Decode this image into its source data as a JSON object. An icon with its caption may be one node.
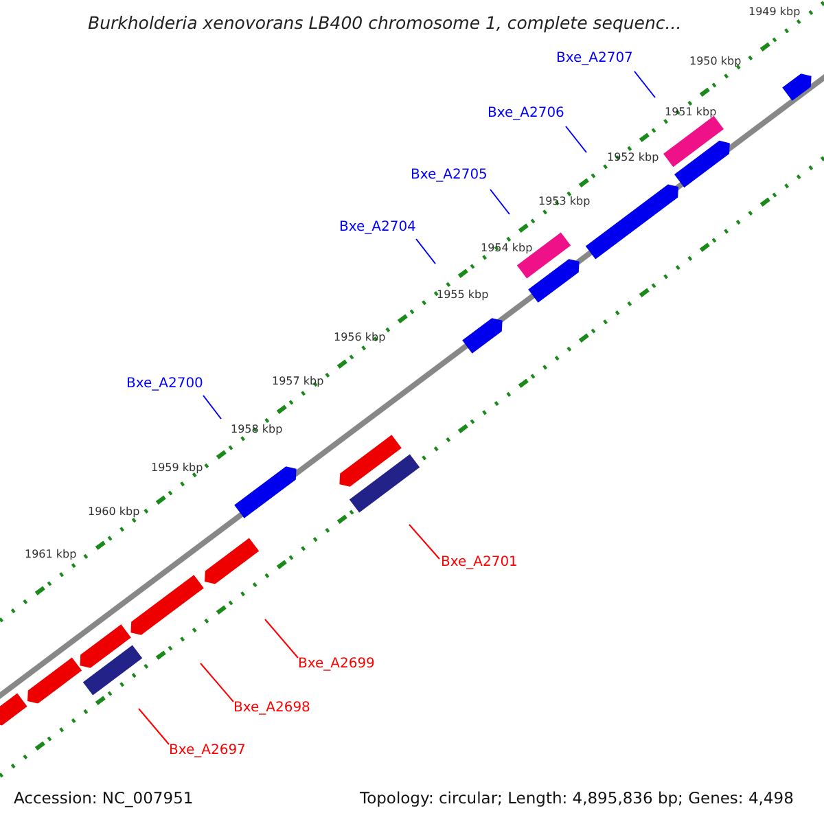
{
  "diagram": {
    "title": "Burkholderia xenovorans LB400 chromosome 1, complete sequenc...",
    "nodes": [
      {
        "text": [
          "Bxe_A2707"
        ]
      },
      {
        "text": [
          "Bxe_A2706"
        ]
      },
      {
        "text": [
          "Bxe_A2705"
        ]
      },
      {
        "text": [
          "Bxe_A2704"
        ]
      },
      {
        "text": [
          "Bxe_A2700"
        ]
      },
      {
        "text": [
          "Bxe_A2701"
        ]
      },
      {
        "text": [
          "Bxe_A2699"
        ]
      },
      {
        "text": [
          "Bxe_A2698"
        ]
      },
      {
        "text": [
          "Bxe_A2697"
        ]
      }
    ],
    "edges": [
      {
        "from": 0,
        "to": null,
        "arrow": "none",
        "color": "#0000ff"
      },
      {
        "from": 1,
        "to": null,
        "arrow": "none",
        "color": "#0000ff"
      },
      {
        "from": 2,
        "to": null,
        "arrow": "none",
        "color": "#0000ff"
      },
      {
        "from": 3,
        "to": null,
        "arrow": "none",
        "color": "#0000ff"
      },
      {
        "from": 4,
        "to": null,
        "arrow": "none",
        "color": "#0000ff"
      },
      {
        "from": 5,
        "to": null,
        "arrow": "none",
        "color": "#ff0000"
      },
      {
        "from": 6,
        "to": null,
        "arrow": "none",
        "color": "#ff0000"
      },
      {
        "from": 7,
        "to": null,
        "arrow": "none",
        "color": "#ff0000"
      },
      {
        "from": 8,
        "to": null,
        "arrow": "none",
        "color": "#ff0000"
      }
    ],
    "labels": [
      "1949 kbp",
      "1950 kbp",
      "1951 kbp",
      "1952 kbp",
      "1953 kbp",
      "1954 kbp",
      "1955 kbp",
      "1956 kbp",
      "1957 kbp",
      "1958 kbp",
      "1959 kbp",
      "1960 kbp",
      "1961 kbp",
      "Accession: NC_007951",
      "Topology: circular; Length: 4,895,836 bp; Genes: 4,498"
    ]
  }
}
